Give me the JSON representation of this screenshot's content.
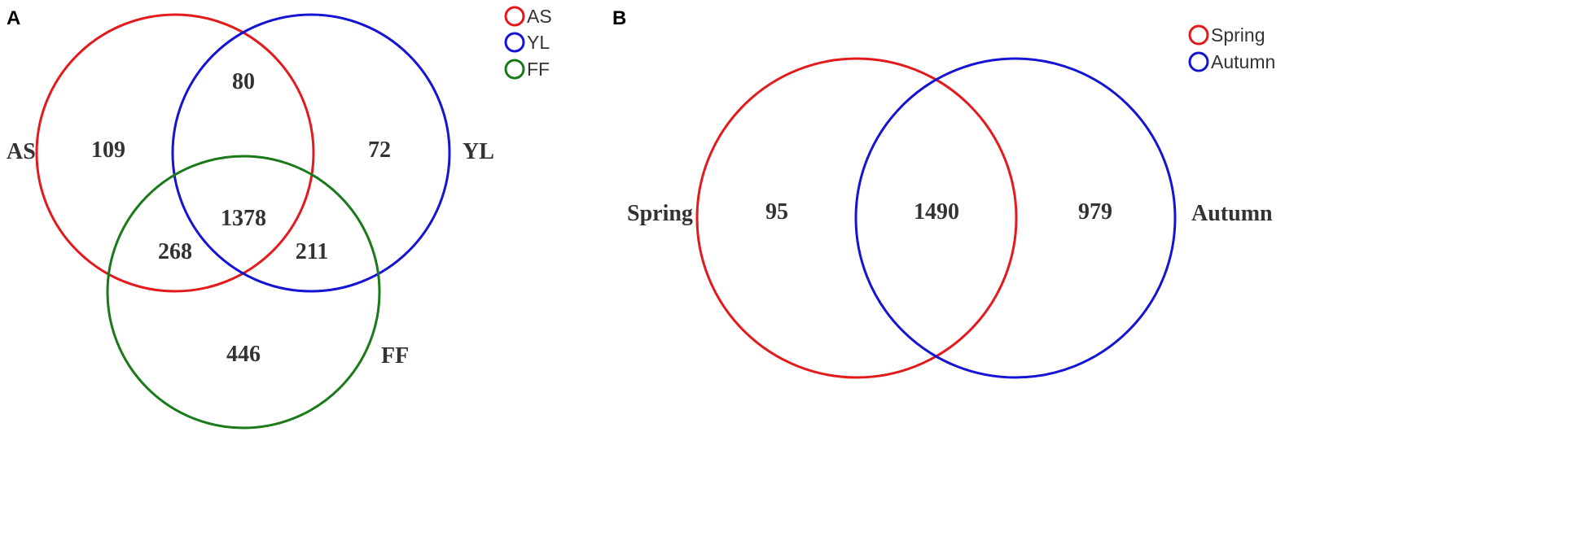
{
  "panels": {
    "a": {
      "letter": "A",
      "sets": [
        {
          "key": "as",
          "label": "AS",
          "color": "#e31a1c"
        },
        {
          "key": "yl",
          "label": "YL",
          "color": "#1414d2"
        },
        {
          "key": "ff",
          "label": "FF",
          "color": "#1a7a1a"
        }
      ],
      "counts": {
        "as_only": "109",
        "as_yl": "80",
        "yl_only": "72",
        "all_three": "1378",
        "as_ff": "268",
        "yl_ff": "211",
        "ff_only": "446"
      },
      "legend": [
        "AS",
        "YL",
        "FF"
      ]
    },
    "b": {
      "letter": "B",
      "sets": [
        {
          "key": "spring",
          "label": "Spring",
          "color": "#e31a1c"
        },
        {
          "key": "autumn",
          "label": "Autumn",
          "color": "#1414d2"
        }
      ],
      "counts": {
        "spring_only": "95",
        "both": "1490",
        "autumn_only": "979"
      },
      "legend": [
        "Spring",
        "Autumn"
      ]
    }
  }
}
